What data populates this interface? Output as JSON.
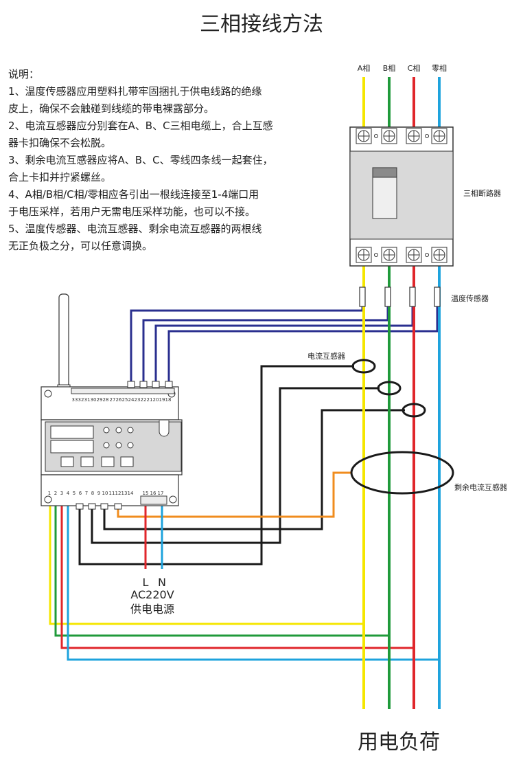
{
  "title": "三相接线方法",
  "footer": "用电负荷",
  "notes": [
    "说明：",
    "1、温度传感器应用塑料扎带牢固捆扎于供电线路的绝缘",
    "皮上，确保不会触碰到线缆的带电裸露部分。",
    "2、电流互感器应分别套在A、B、C三相电缆上，合上互感",
    "器卡扣确保不会松脱。",
    "3、剩余电流互感器应将A、B、C、零线四条线一起套住，",
    "合上卡扣并拧紧螺丝。",
    "4、A相/B相/C相/零相应各引出一根线连接至1-4端口用",
    "于电压采样，若用户无需电压采样功能，也可以不接。",
    "5、温度传感器、电流互感器、剩余电流互感器的两根线",
    "无正负极之分，可以任意调换。"
  ],
  "phases": [
    "A相",
    "B相",
    "C相",
    "零相"
  ],
  "labels": {
    "breaker": "三相断路器",
    "temp_sensor": "温度传感器",
    "ct": "电流互感器",
    "rcd_ct": "剩余电流互感器"
  },
  "power": {
    "l": "L",
    "n": "N",
    "voltage": "AC220V",
    "name": "供电电源"
  },
  "device": {
    "top_terminals": [
      "33",
      "32",
      "31",
      "30",
      "29",
      "28",
      "27",
      "26",
      "25",
      "24",
      "23",
      "22",
      "21",
      "20",
      "19",
      "18"
    ],
    "bottom_terminals": [
      "1",
      "2",
      "3",
      "4",
      "5",
      "6",
      "7",
      "8",
      "9",
      "10",
      "11",
      "12",
      "13",
      "14"
    ],
    "power_terminals": [
      "15",
      "16",
      "17"
    ]
  },
  "colors": {
    "phase_a": "#f5e600",
    "phase_b": "#1f9a3a",
    "phase_c": "#e0262b",
    "neutral": "#1ea3dd",
    "temp_wire": "#2a2f8f",
    "ct_wire": "#1a1a1a",
    "rcd_wire": "#f08c1e"
  }
}
